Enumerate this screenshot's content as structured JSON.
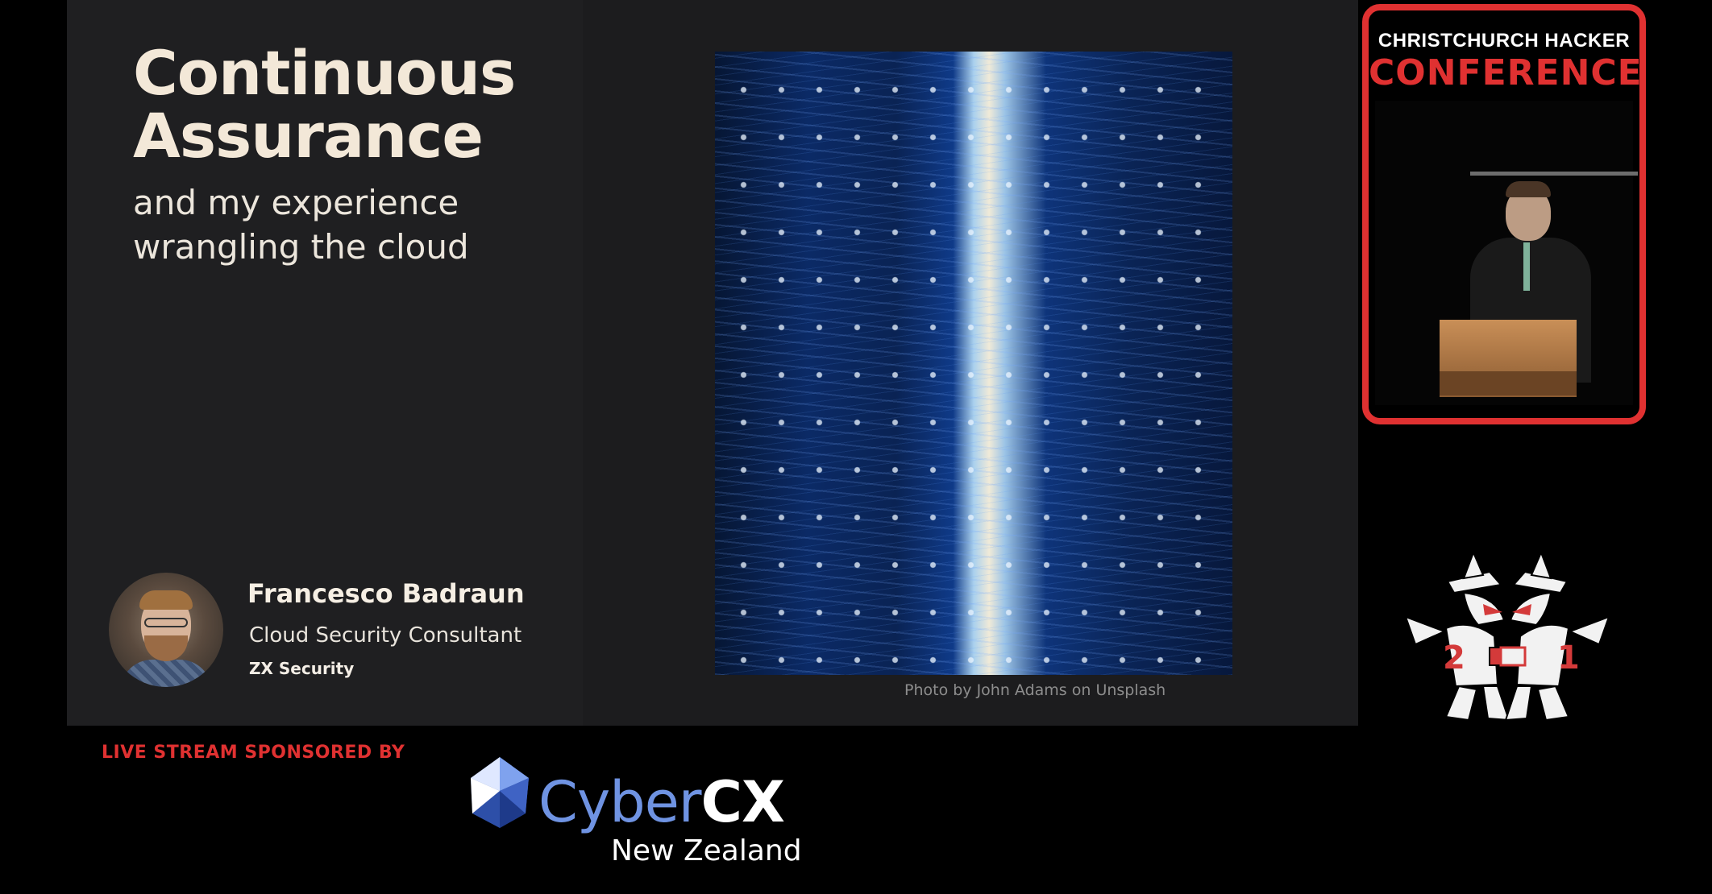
{
  "slide": {
    "title_line1": "Continuous",
    "title_line2": "Assurance",
    "subtitle_line1": "and my experience",
    "subtitle_line2": "wrangling the cloud",
    "speaker": {
      "name": "Francesco Badraun",
      "role": "Cloud Security Consultant",
      "organization": "ZX Security"
    },
    "photo_credit": "Photo by John Adams on Unsplash"
  },
  "camera": {
    "title": "CHRISTCHURCH HACKER",
    "subtitle": "CONFERENCE"
  },
  "mascot": {
    "left_number": "2",
    "right_number": "1"
  },
  "sponsor": {
    "label": "LIVE STREAM SPONSORED BY",
    "name_part1": "Cyber",
    "name_part2": "CX",
    "region": "New Zealand"
  },
  "colors": {
    "accent_red": "#e03131",
    "slide_bg": "#1c1c1e",
    "title_cream": "#f3e8d8",
    "cybercx_blue": "#6f93e2"
  }
}
